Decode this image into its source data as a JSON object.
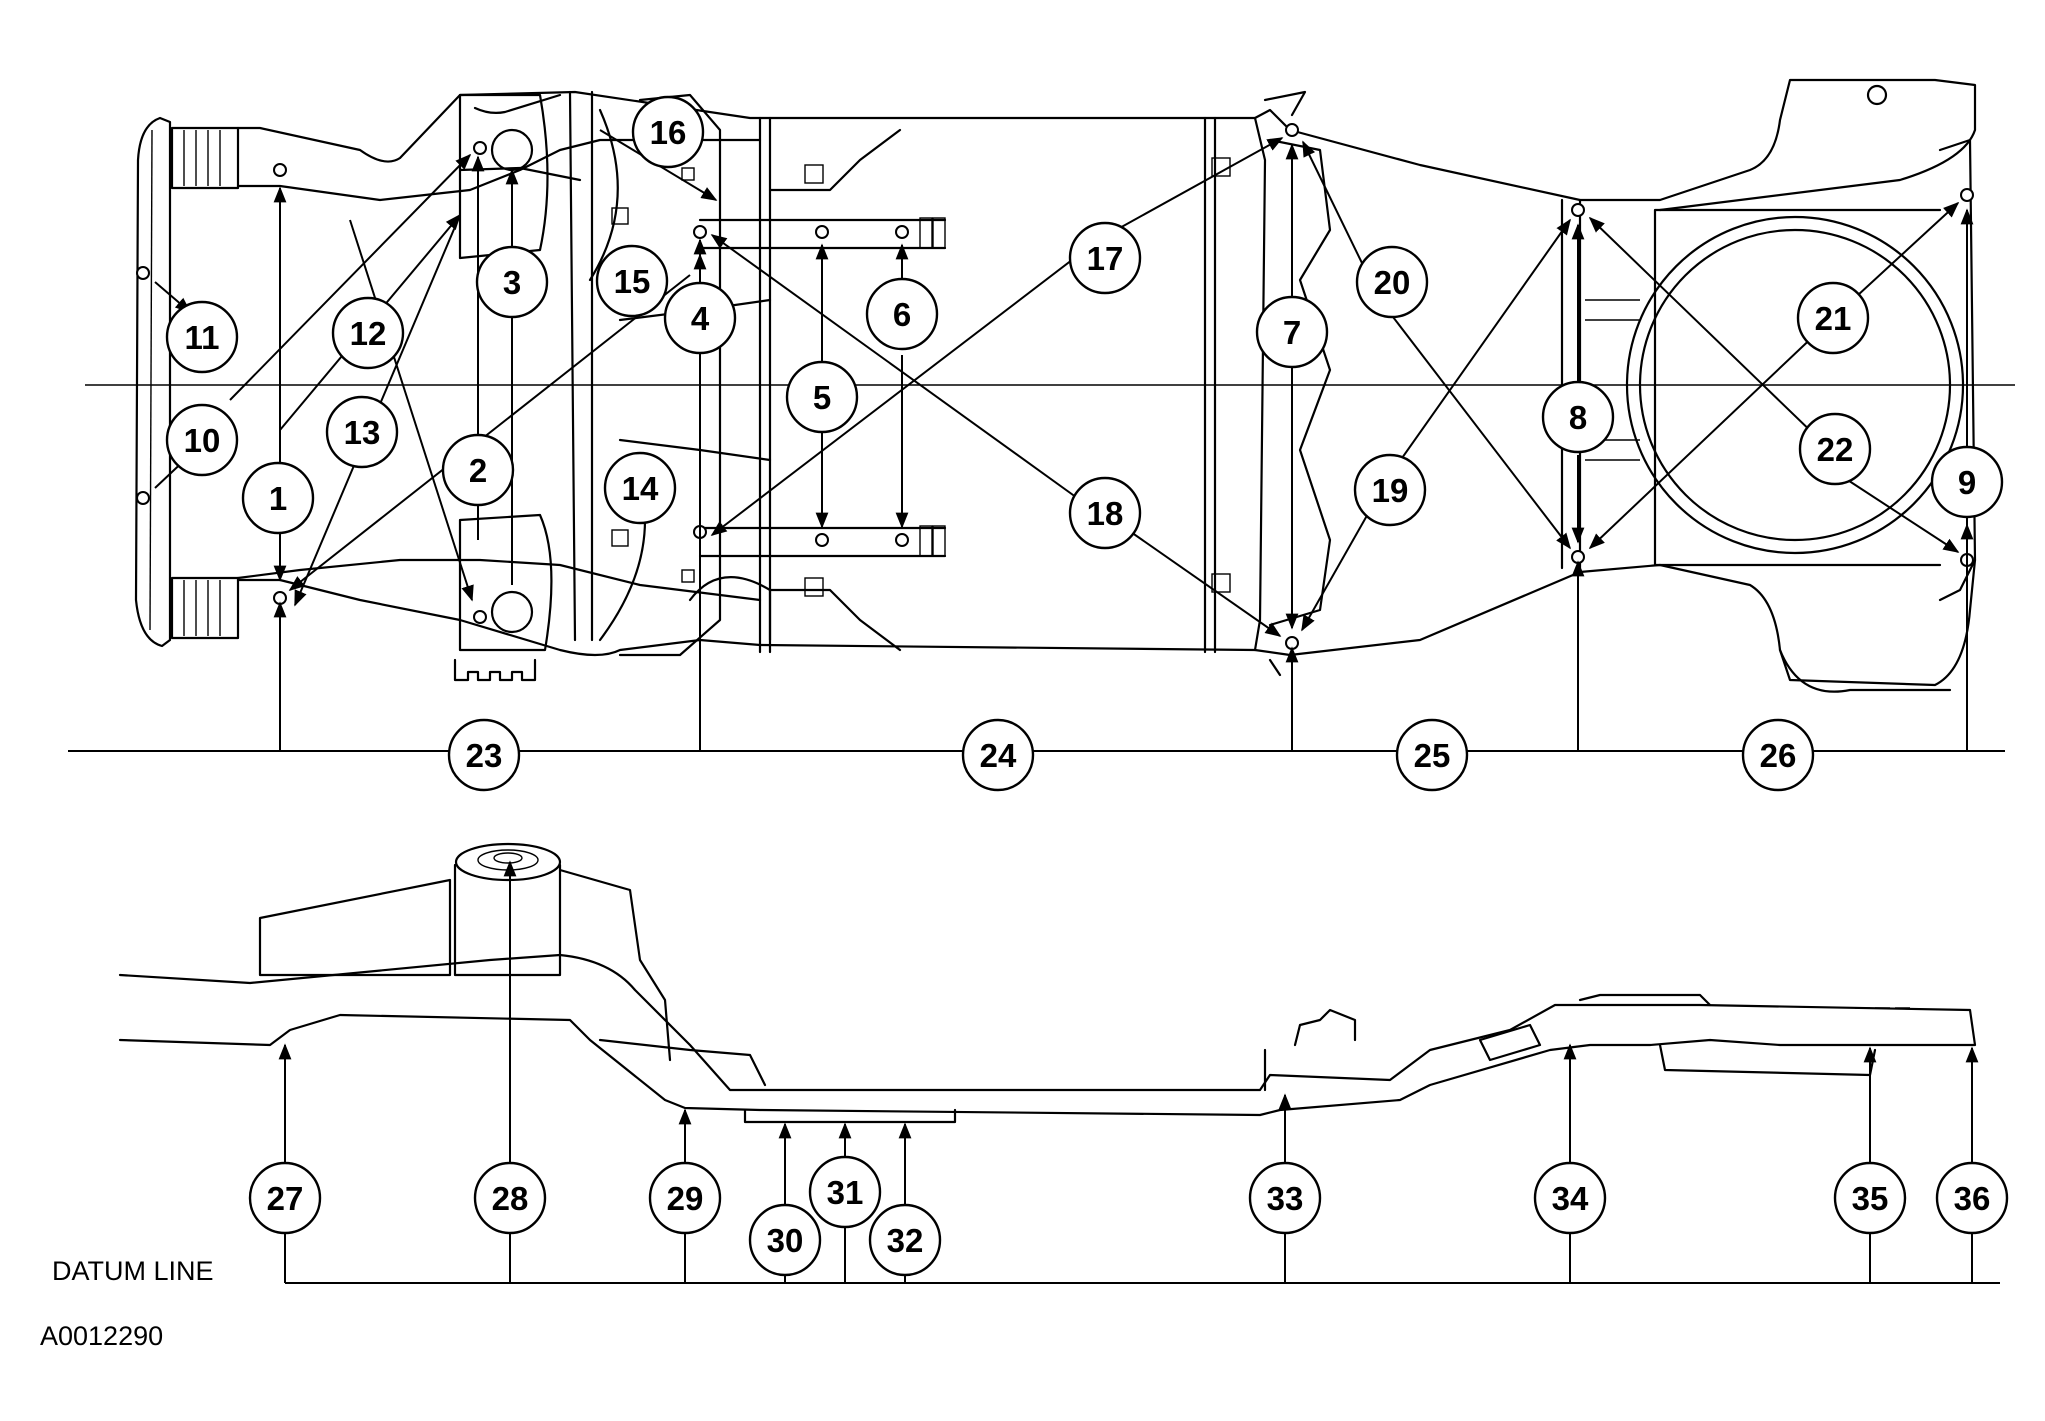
{
  "diagram": {
    "datum_label": "DATUM LINE",
    "figure_id": "A0012290",
    "plan_view_callouts": [
      "1",
      "2",
      "3",
      "4",
      "5",
      "6",
      "7",
      "8",
      "9",
      "10",
      "11",
      "12",
      "13",
      "14",
      "15",
      "16",
      "17",
      "18",
      "19",
      "20",
      "21",
      "22"
    ],
    "plan_dimension_callouts": [
      "23",
      "24",
      "25",
      "26"
    ],
    "side_view_callouts": [
      "27",
      "28",
      "29",
      "30",
      "31",
      "32",
      "33",
      "34",
      "35",
      "36"
    ]
  }
}
